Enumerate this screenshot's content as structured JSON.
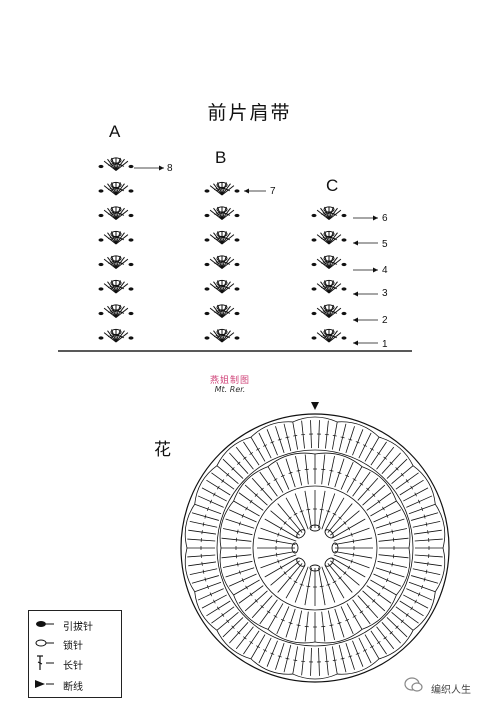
{
  "title": "前片肩带",
  "columns": [
    {
      "label": "A",
      "rows": 8,
      "arrow_label": "8"
    },
    {
      "label": "B",
      "rows": 7,
      "arrow_label": "7"
    },
    {
      "label": "C",
      "rows": 6,
      "arrow_labels": [
        "1",
        "2",
        "3",
        "4",
        "5",
        "6"
      ]
    }
  ],
  "watermark": {
    "cn": "燕姐制图",
    "en": "Mt. Rer."
  },
  "flower": {
    "title": "花"
  },
  "legend": {
    "items": [
      {
        "icon": "slip-stitch-icon",
        "label": "引拔针"
      },
      {
        "icon": "chain-stitch-icon",
        "label": "锁针"
      },
      {
        "icon": "double-crochet-icon",
        "label": "长针"
      },
      {
        "icon": "fasten-off-icon",
        "label": "断线"
      }
    ]
  },
  "wechat": {
    "name": "编织人生"
  }
}
